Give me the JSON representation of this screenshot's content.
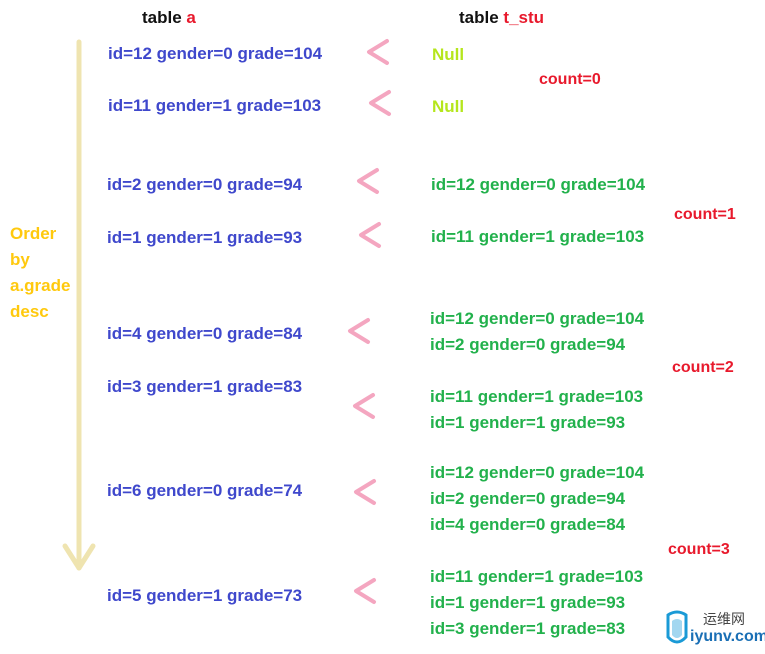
{
  "headers": {
    "table_a_prefix": "table ",
    "table_a_name": "a",
    "table_t_prefix": "table ",
    "table_t_name": "t_stu"
  },
  "order_label": [
    "Order",
    "by",
    "a.grade",
    "desc"
  ],
  "left_rows": [
    "id=12 gender=0 grade=104",
    "id=11 gender=1 grade=103",
    "id=2 gender=0 grade=94",
    "id=1 gender=1 grade=93",
    "id=4 gender=0 grade=84",
    "id=3 gender=1 grade=83",
    "id=6 gender=0 grade=74",
    "id=5 gender=1 grade=73"
  ],
  "right_groups": [
    [
      "Null"
    ],
    [
      "Null"
    ],
    [
      "id=12 gender=0 grade=104"
    ],
    [
      "id=11 gender=1 grade=103"
    ],
    [
      "id=12 gender=0 grade=104",
      "id=2 gender=0 grade=94"
    ],
    [
      "id=11 gender=1 grade=103",
      "id=1 gender=1 grade=93"
    ],
    [
      "id=12 gender=0 grade=104",
      "id=2 gender=0 grade=94",
      "id=4 gender=0 grade=84"
    ],
    [
      "id=11 gender=1 grade=103",
      "id=1 gender=1 grade=93",
      "id=3 gender=1 grade=83"
    ]
  ],
  "counts": [
    "count=0",
    "count=1",
    "count=2",
    "count=3"
  ],
  "comparison_symbol": "<",
  "watermark": {
    "line1": "运维网",
    "line2": "iyunv.com"
  },
  "colors": {
    "left_rows": "#3f48cc",
    "right_rows": "#22b14c",
    "null": "#b5e61d",
    "counts": "#e8192c",
    "arrow": "#efe4b0",
    "order_label": "#ffc90e",
    "comparison": "#f4a6c0"
  }
}
